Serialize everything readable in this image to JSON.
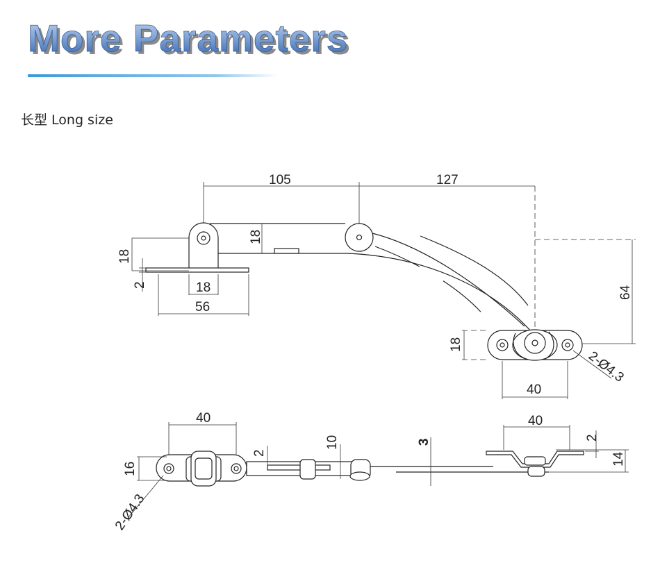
{
  "header": {
    "title": "More Parameters",
    "title_color_top": "#a9c3e6",
    "title_color_bottom": "#3a6fb7",
    "underline_color": "#4aa3df"
  },
  "section": {
    "label": "长型 Long size"
  },
  "dimensions": {
    "top_view": {
      "width_a": "105",
      "width_b": "127",
      "bracket_height": "18",
      "arm_height": "18",
      "plate_thickness": "2",
      "hole_spacing": "18",
      "base_width": "56",
      "drop": "64",
      "foot_height": "18",
      "foot_width": "40",
      "foot_holes": "2-Ø4.3"
    },
    "side_view": {
      "left_width": "40",
      "left_height": "16",
      "left_holes": "2-Ø4.3",
      "plate_thickness": "2",
      "arm_height": "10",
      "gap": "3",
      "right_width": "40",
      "right_thickness": "2",
      "right_height": "14"
    }
  }
}
